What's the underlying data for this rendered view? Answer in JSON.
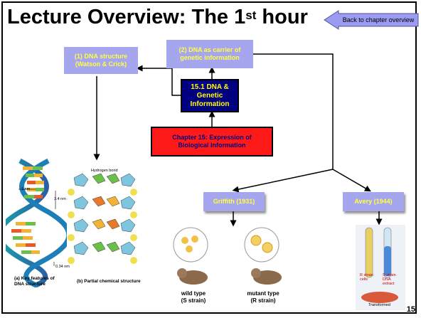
{
  "title": {
    "main": "Lecture Overview:  The 1",
    "sup": "st",
    "tail": " hour"
  },
  "back_button": "Back to chapter overview",
  "boxes": {
    "dna_structure": "(1) DNA structure\n(Watson & Crick)",
    "dna_carrier": "(2) DNA as carrier of\ngenetic information",
    "dna_genetic": "15.1 DNA &\nGenetic\nInformation",
    "chapter15": "Chapter 15: Expression of\nBiological Information",
    "griffith": "Griffith (1931)",
    "avery": "Avery (1944)"
  },
  "figure_labels": {
    "key_features": "(a) Key features of\nDNA structure",
    "partial_chem": "(b) Partial chemical structure",
    "hydrogen_bond": "Hydrogen bond",
    "nm1": "1 nm",
    "nm34": "3.4 nm",
    "nm034": "0.34 nm",
    "wild": "wild type\n(S strain)",
    "mutant": "mutant type\n(R strain)",
    "r_strain": "R strain\ncells",
    "s_strain": "S strain\nDNA\nextract",
    "transformed": "Transformed"
  },
  "page_number": "15",
  "colors": {
    "lavender": "#a6a6ee",
    "yellow_text": "#ffff40",
    "navy": "#000080",
    "red": "#ff1a1a",
    "back_button": "#9b9bf2"
  }
}
